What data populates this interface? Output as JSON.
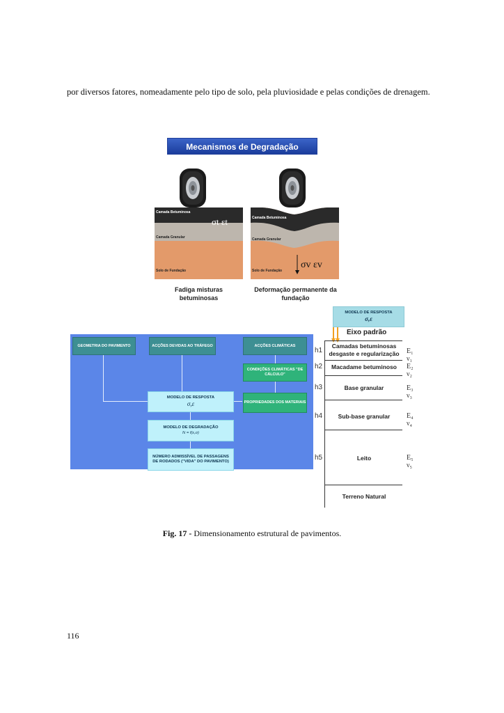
{
  "paragraph": "por diversos fatores, nomeadamente pelo tipo de solo, pela pluviosidade e pelas condições de drenagem.",
  "figure": {
    "title": "Mecanismos de Degradação",
    "left_panel": {
      "layers": [
        "Camada Betuminosa",
        "Camada Granular",
        "Solo de Fundação"
      ],
      "stress_label": "σt  εt",
      "caption_line1": "Fadiga misturas",
      "caption_line2": "betuminosas"
    },
    "right_panel": {
      "layers": [
        "Camada Betuminosa",
        "Camada Granular",
        "Solo de Fundação"
      ],
      "stress_label": "σv  εv",
      "caption_line1": "Deformação permanente da",
      "caption_line2": "fundação"
    },
    "flowchart": {
      "geometria": "GEOMETRIA DO PAVIMENTO",
      "accoes_trafego": "ACÇÕES DEVIDAS AO TRÁFEGO",
      "accoes_climaticas": "ACÇÕES CLIMÁTICAS",
      "condicoes_climaticas": "CONDIÇÕES CLIMÁTICAS \"DE CÁLCULO\"",
      "propriedades": "PROPRIEDADES DOS MATERIAIS",
      "modelo_resposta": "MODELO DE RESPOSTA",
      "modelo_resposta_sym": "σ,ε",
      "modelo_degradacao": "MODELO DE DEGRADAÇÃO",
      "modelo_degradacao_formula": "N = f(ε,σ)",
      "numero_passagens": "NÚMERO ADMISSÍVEL DE PASSAGENS DE RODADOS (\"VIDA\" DO PAVIMENTO)"
    },
    "structure": {
      "modelo_title": "MODELO DE RESPOSTA",
      "modelo_sym": "σ,ε",
      "eixo": "Eixo padrão",
      "layers": [
        {
          "h": "h1",
          "name": "Camadas betuminosas desgaste e regularização",
          "e": "E₁ ν₁"
        },
        {
          "h": "h2",
          "name": "Macadame betuminoso",
          "e": "E₂ ν₂"
        },
        {
          "h": "h3",
          "name": "Base granular",
          "e": "E₃ ν₃"
        },
        {
          "h": "h4",
          "name": "Sub-base granular",
          "e": "E₄ ν₄"
        },
        {
          "h": "h5",
          "name": "Leito",
          "e": "E₅ ν₅"
        }
      ],
      "bottom": "Terreno Natural"
    }
  },
  "caption": {
    "label": "Fig. 17 -",
    "text": " Dimensionamento estrutural de pavimentos."
  },
  "page_number": "116"
}
